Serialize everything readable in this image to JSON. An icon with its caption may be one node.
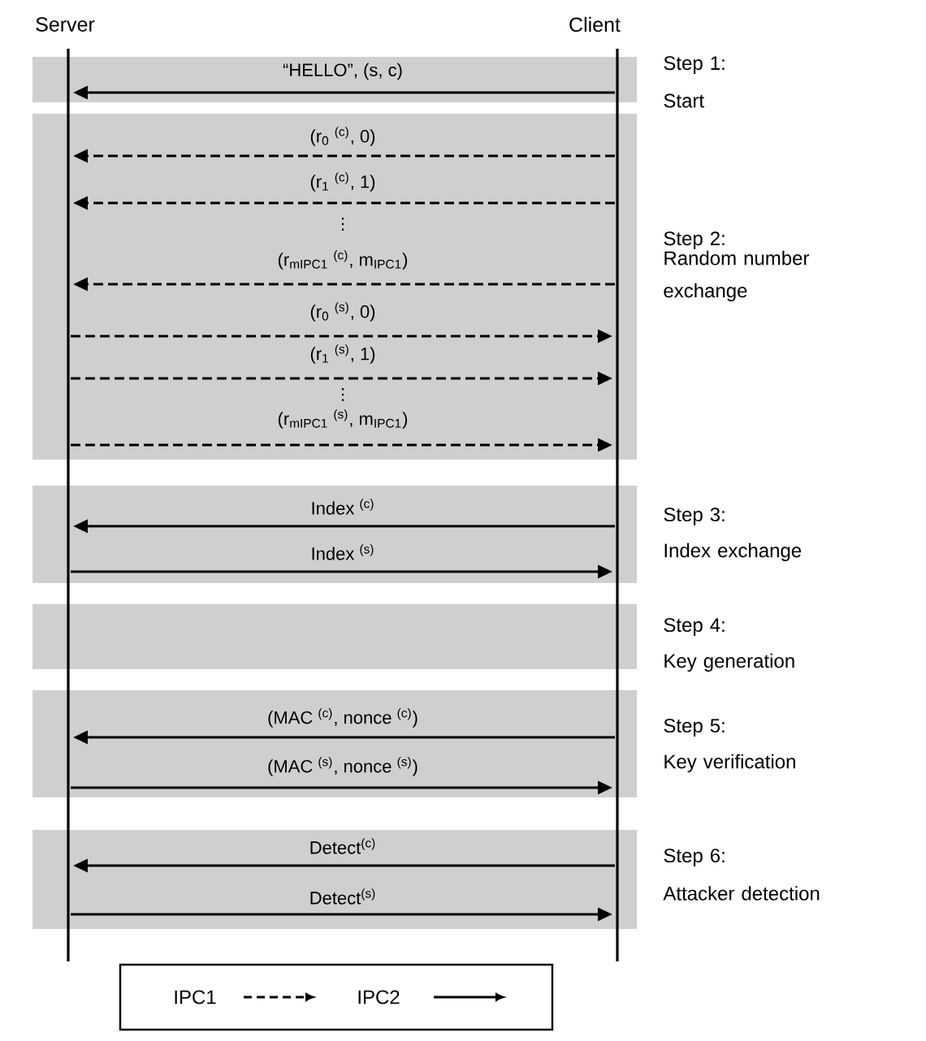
{
  "diagram": {
    "nodes": [
      {
        "text": [
          "Server"
        ]
      },
      {
        "text": [
          "Client"
        ]
      }
    ],
    "edges": [
      {
        "from": 1,
        "to": 0,
        "arrow": "to",
        "label": "“HELLO”, (s, c)"
      },
      {
        "from": 1,
        "to": 0,
        "arrow": "to",
        "style": "dashed",
        "label": "(r$_{0}$ $^{(c)}$, 0)"
      },
      {
        "from": 1,
        "to": 0,
        "arrow": "to",
        "style": "dashed",
        "label": "(r$_{1}$ $^{(c)}$, 1)"
      },
      {
        "from": 1,
        "to": 0,
        "arrow": "to",
        "style": "dashed",
        "label": "(r$_{mIPC1}$ $^{(c)}$, m$_{IPC1}$)"
      },
      {
        "from": 0,
        "to": 1,
        "arrow": "to",
        "style": "dashed",
        "label": "(r$_{0}$ $^{(s)}$, 0)"
      },
      {
        "from": 0,
        "to": 1,
        "arrow": "to",
        "style": "dashed",
        "label": "(r$_{1}$ $^{(s)}$, 1)"
      },
      {
        "from": 0,
        "to": 1,
        "arrow": "to",
        "style": "dashed",
        "label": "(r$_{mIPC1}$ $^{(s)}$, m$_{IPC1}$)"
      },
      {
        "from": 1,
        "to": 0,
        "arrow": "to",
        "label": "Index $^{(c)}$"
      },
      {
        "from": 0,
        "to": 1,
        "arrow": "to",
        "label": "Index $^{(s)}$"
      },
      {
        "from": 1,
        "to": 0,
        "arrow": "to",
        "label": "(MAC $^{(c)}$, nonce $^{(c)}$)"
      },
      {
        "from": 0,
        "to": 1,
        "arrow": "to",
        "label": "(MAC $^{(s)}$, nonce $^{(s)}$)"
      },
      {
        "from": 1,
        "to": 0,
        "arrow": "to",
        "label": "Detect$^{(c)}$"
      },
      {
        "from": 0,
        "to": 1,
        "arrow": "to",
        "label": "Detect$^{(s)}$"
      }
    ],
    "labels": [
      "Step 1:",
      "Start",
      "⋮",
      "Step 2:",
      "Random number exchange",
      "⋮",
      "Step 3:",
      "Index exchange",
      "Step 4:",
      "Key generation",
      "Step 5:",
      "Key verification",
      "Step 6:",
      "Attacker detection"
    ],
    "legend": [
      {
        "text": "IPC1"
      },
      {
        "text": "IPC2"
      }
    ]
  }
}
